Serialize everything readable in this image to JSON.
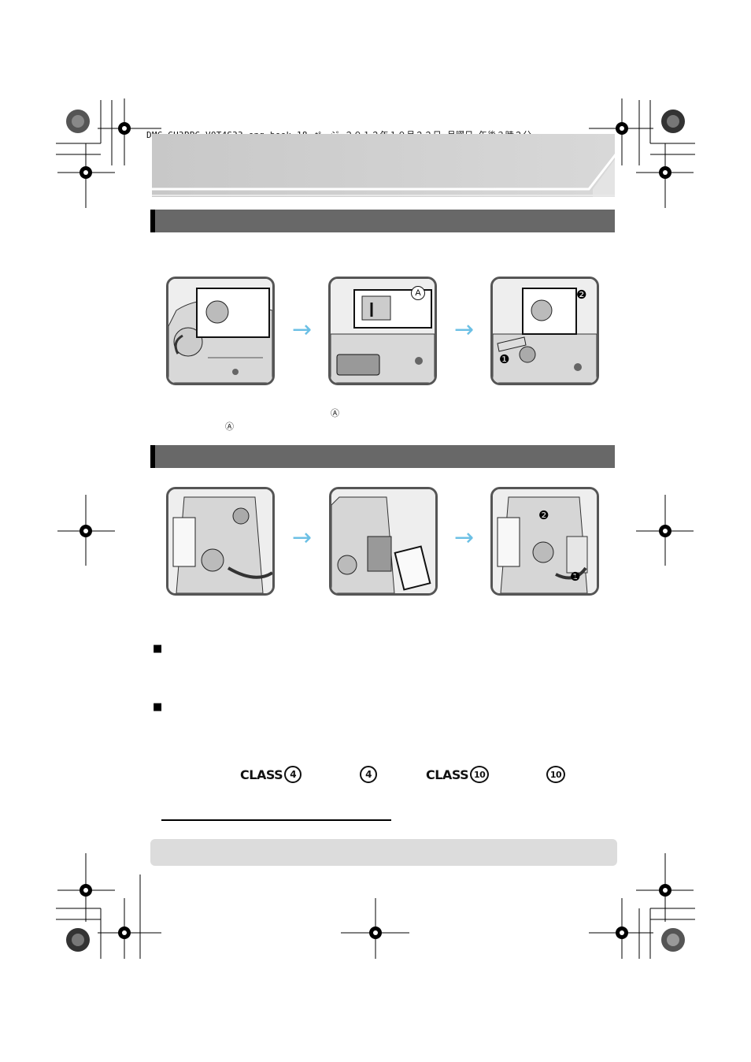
{
  "header": {
    "running_text": "DMC-GH3PPC-VQT4S33_eng.book  18 ページ  ２０１２年１０月２２日  月曜日  午後３時２分"
  },
  "battery_steps": {
    "arrows": [
      "→",
      "→"
    ],
    "step_markers": [
      "A",
      "A"
    ],
    "panel_markers": [
      "A",
      "❷",
      "❶"
    ],
    "caption_markers": [
      "Ⓐ",
      "Ⓐ"
    ]
  },
  "card_steps": {
    "arrows": [
      "→",
      "→"
    ],
    "panel_markers": [
      "❷",
      "❶"
    ]
  },
  "bullets": [
    "■",
    "■"
  ],
  "sd_logos": {
    "class4_text": "CLASS",
    "class4_num": "4",
    "uhs4_num": "4",
    "class10_text": "CLASS",
    "class10_num": "10",
    "uhs10_num": "10"
  },
  "colors": {
    "section_bar": "#686868",
    "arrow": "#6cc0e5",
    "banner": "#d0d0d0",
    "note_box": "#dcdcdc"
  }
}
